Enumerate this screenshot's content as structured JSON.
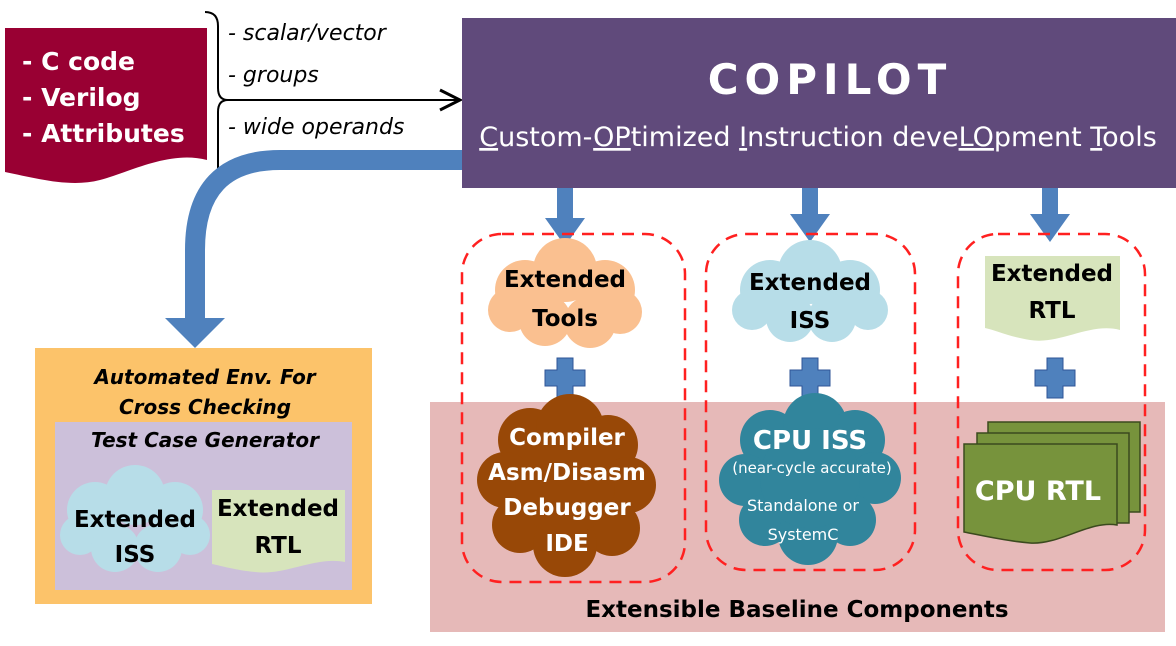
{
  "inputs": {
    "items": [
      "- C code",
      "- Verilog",
      "- Attributes"
    ]
  },
  "features": {
    "items": [
      "- scalar/vector",
      "- groups",
      "- wide operands"
    ]
  },
  "copilot": {
    "title": "COPILOT",
    "subtitle_parts": [
      "C",
      "ustom-",
      "OP",
      "timized ",
      "I",
      "nstruction deve",
      "LO",
      "pment ",
      "T",
      "ools"
    ]
  },
  "extended": {
    "tools": [
      "Extended",
      "Tools"
    ],
    "iss": [
      "Extended",
      "ISS"
    ],
    "rtl": [
      "Extended",
      "RTL"
    ]
  },
  "baseline": {
    "label": "Extensible Baseline Components",
    "tools": [
      "Compiler",
      "Asm/Disasm",
      "Debugger",
      "IDE"
    ],
    "iss": {
      "title": "CPU ISS",
      "note": "(near-cycle accurate)",
      "desc": [
        "Standalone or",
        "SystemC"
      ]
    },
    "rtl": "CPU RTL"
  },
  "automated": {
    "title": [
      "Automated Env. For",
      "Cross Checking"
    ],
    "generator": "Test Case Generator",
    "iss": [
      "Extended",
      "ISS"
    ],
    "rtl": [
      "Extended",
      "RTL"
    ]
  },
  "colors": {
    "purple": "#604a7b",
    "arrow": "#4f81bd",
    "input": "#990033",
    "baseline": "#e6b9b8"
  }
}
